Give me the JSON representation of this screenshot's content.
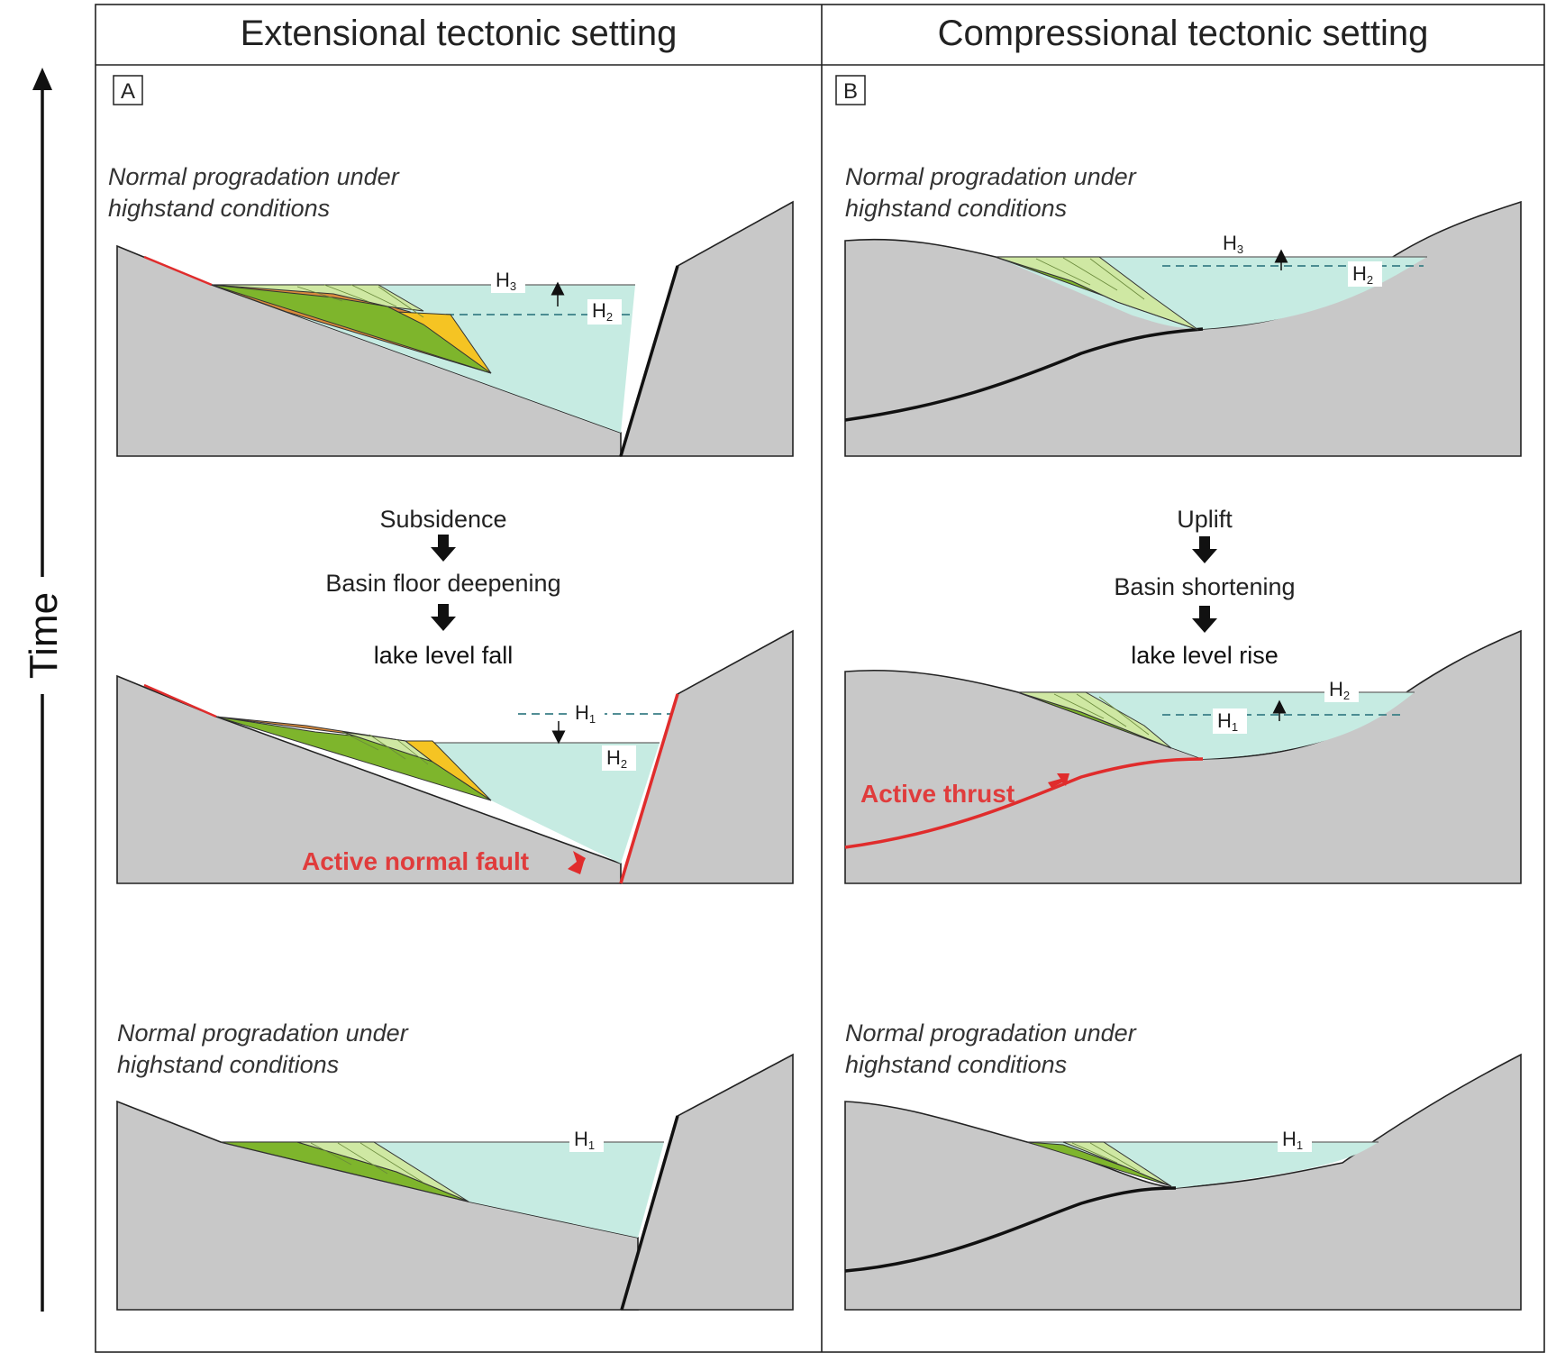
{
  "time_label": "Time",
  "columns": [
    {
      "title": "Extensional tectonic setting",
      "panel_letter": "A"
    },
    {
      "title": "Compressional tectonic setting",
      "panel_letter": "B"
    }
  ],
  "extensional": {
    "top_caption": [
      "Normal progradation under",
      "highstand conditions"
    ],
    "flow": [
      "Subsidence",
      "Basin floor deepening",
      "lake level fall"
    ],
    "fault_label": "Active normal fault",
    "bottom_caption": [
      "Normal progradation under",
      "highstand conditions"
    ]
  },
  "compressional": {
    "top_caption": [
      "Normal progradation under",
      "highstand conditions"
    ],
    "flow": [
      "Uplift",
      "Basin shortening",
      "lake level rise"
    ],
    "fault_label": "Active thrust",
    "bottom_caption": [
      "Normal progradation under",
      "highstand conditions"
    ]
  },
  "level_labels": {
    "h_letter": "H",
    "h1_sub": "1",
    "h2_sub": "2",
    "h3_sub": "3"
  },
  "colors": {
    "rock": "#c8c8c8",
    "water": "#c6ebe2",
    "fault_red": "#e02c2c",
    "green_light": "#cfe8a3",
    "green_dark": "#7eb52c",
    "orange": "#d98a3c",
    "yellow": "#f5c423"
  }
}
